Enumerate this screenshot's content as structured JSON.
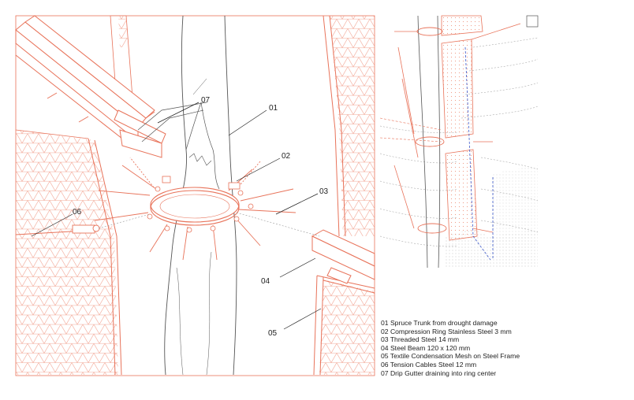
{
  "colors": {
    "structure": "#e8735a",
    "mesh": "#f2a594",
    "mesh_fill": "#fbe7e1",
    "ink": "#222222",
    "trunk": "#555555",
    "blue_line": "#3b57c9",
    "terrain": "#9a9a9a"
  },
  "callouts": [
    {
      "id": "07",
      "label": "07"
    },
    {
      "id": "01",
      "label": "01"
    },
    {
      "id": "02",
      "label": "02"
    },
    {
      "id": "03",
      "label": "03"
    },
    {
      "id": "06",
      "label": "06"
    },
    {
      "id": "04",
      "label": "04"
    },
    {
      "id": "05",
      "label": "05"
    }
  ],
  "legend": [
    "01 Spruce Trunk from drought damage",
    "02 Compression Ring Stainless Steel 3 mm",
    "03 Threaded Steel 14 mm",
    "04 Steel Beam 120 x 120 mm",
    "05 Textile Condensation Mesh on Steel Frame",
    "06 Tension Cables Steel 12 mm",
    "07 Drip Gutter draining into ring center"
  ]
}
